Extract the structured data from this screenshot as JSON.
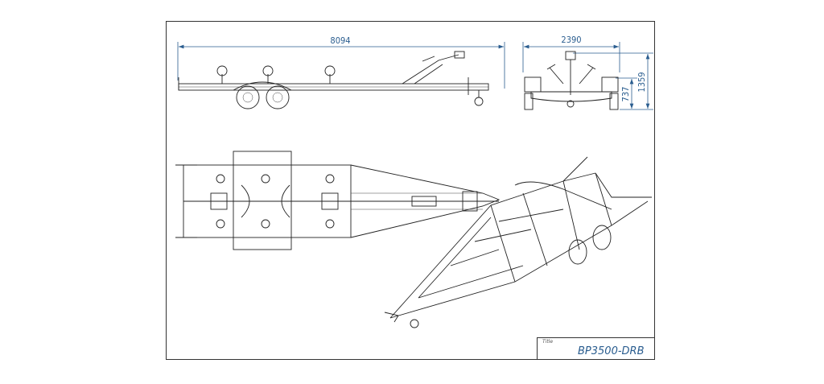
{
  "drawing": {
    "dimensions": {
      "overall_length": "8094",
      "overall_width": "2390",
      "overall_height": "1359",
      "bed_height": "737"
    },
    "title_block": {
      "label": "Title",
      "value": "BP3500-DRB"
    },
    "colors": {
      "dimension": "#2a5d8f",
      "lines": "#222222"
    }
  }
}
